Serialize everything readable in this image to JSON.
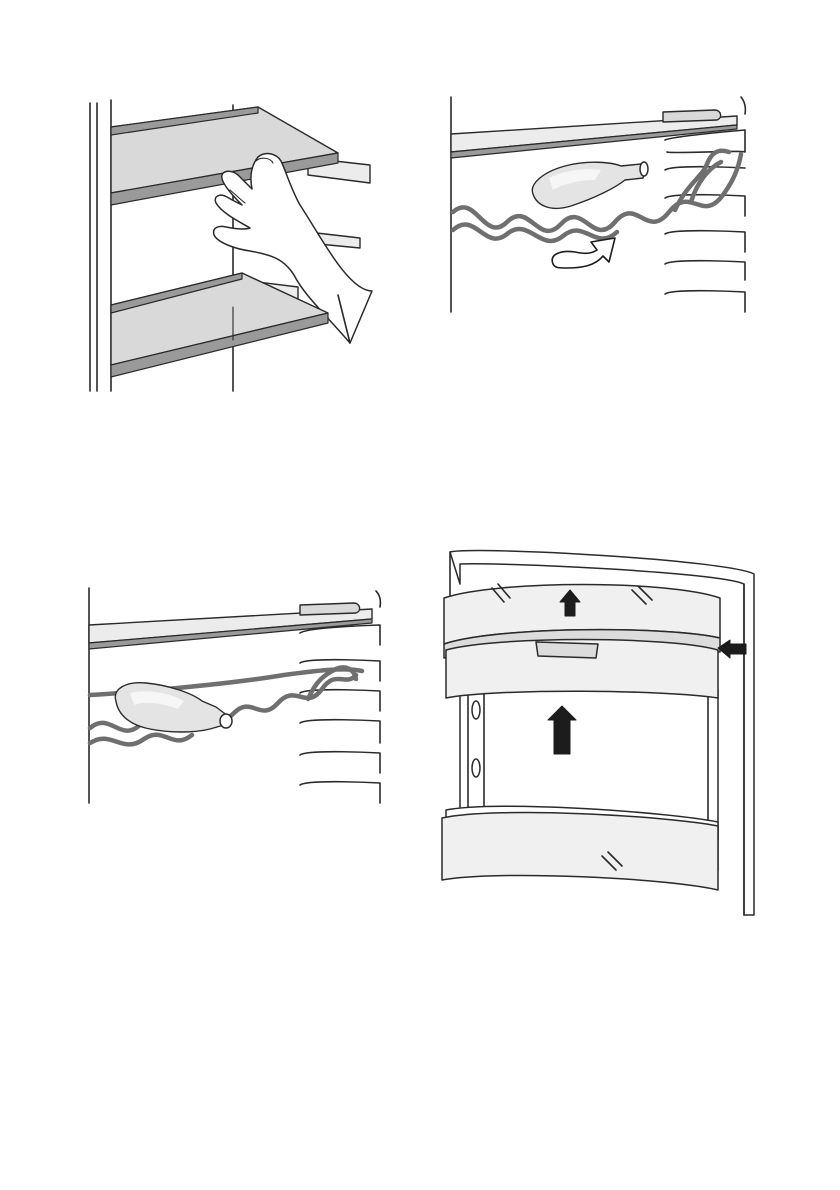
{
  "figures": [
    {
      "id": "fig-shelf-removal",
      "icons": [
        "hand-icon",
        "shelf-icon"
      ]
    },
    {
      "id": "fig-rack-insert-arrow",
      "icons": [
        "wine-rack-icon",
        "bottle-icon",
        "curved-arrow-icon"
      ]
    },
    {
      "id": "fig-rack-bottle",
      "icons": [
        "wine-rack-icon",
        "bottle-icon"
      ]
    },
    {
      "id": "fig-door-balcony-removal",
      "icons": [
        "door-balcony-icon",
        "arrow-up-icon",
        "arrow-left-icon"
      ]
    }
  ],
  "colors": {
    "line": "#2a2a2a",
    "shelf_fill": "#d9d9d9",
    "rack": "#6f6f6f",
    "arrow": "#1c1c1c"
  }
}
